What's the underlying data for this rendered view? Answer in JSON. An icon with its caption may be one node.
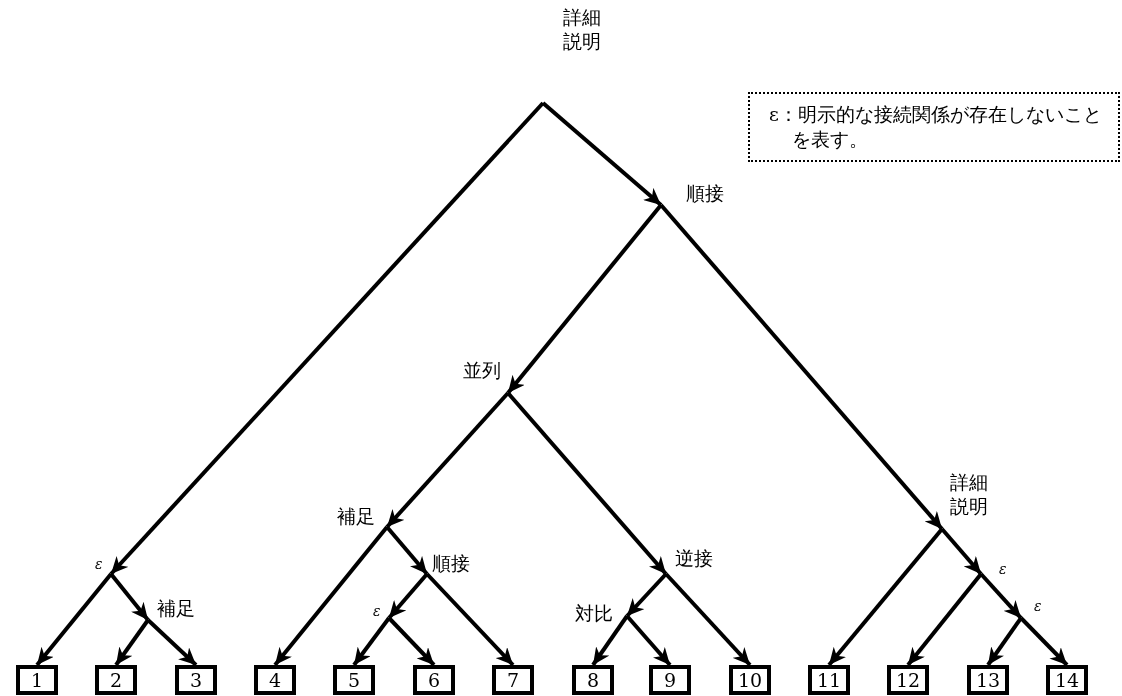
{
  "diagram": {
    "nodes": [
      {
        "text": [
          "詳細説明"
        ]
      },
      {
        "text": [
          "順接"
        ]
      },
      {
        "text": [
          "並列"
        ]
      },
      {
        "text": [
          "詳細説明"
        ]
      },
      {
        "text": [
          "補足"
        ]
      },
      {
        "text": [
          "ε"
        ]
      },
      {
        "text": [
          "順接"
        ]
      },
      {
        "text": [
          "逆接"
        ]
      },
      {
        "text": [
          "ε"
        ]
      },
      {
        "text": [
          "補足"
        ]
      },
      {
        "text": [
          "ε"
        ]
      },
      {
        "text": [
          "対比"
        ]
      },
      {
        "text": [
          "ε"
        ]
      },
      {
        "text": [
          "1"
        ]
      },
      {
        "text": [
          "2"
        ]
      },
      {
        "text": [
          "3"
        ]
      },
      {
        "text": [
          "4"
        ]
      },
      {
        "text": [
          "5"
        ]
      },
      {
        "text": [
          "6"
        ]
      },
      {
        "text": [
          "7"
        ]
      },
      {
        "text": [
          "8"
        ]
      },
      {
        "text": [
          "9"
        ]
      },
      {
        "text": [
          "10"
        ]
      },
      {
        "text": [
          "11"
        ]
      },
      {
        "text": [
          "12"
        ]
      },
      {
        "text": [
          "13"
        ]
      },
      {
        "text": [
          "14"
        ]
      },
      {
        "text": [
          "ε：明示的な接続関係が存在しないことを表す。"
        ]
      }
    ],
    "edges": [
      {
        "from": 0,
        "to": 5,
        "arrow": "to"
      },
      {
        "from": 0,
        "to": 1,
        "arrow": "to"
      },
      {
        "from": 1,
        "to": 2,
        "arrow": "to"
      },
      {
        "from": 1,
        "to": 3,
        "arrow": "to"
      },
      {
        "from": 2,
        "to": 4,
        "arrow": "to"
      },
      {
        "from": 2,
        "to": 7,
        "arrow": "to"
      },
      {
        "from": 5,
        "to": 13,
        "arrow": "to"
      },
      {
        "from": 5,
        "to": 9,
        "arrow": "to"
      },
      {
        "from": 9,
        "to": 14,
        "arrow": "to"
      },
      {
        "from": 9,
        "to": 15,
        "arrow": "to"
      },
      {
        "from": 4,
        "to": 16,
        "arrow": "to"
      },
      {
        "from": 4,
        "to": 6,
        "arrow": "to"
      },
      {
        "from": 6,
        "to": 10,
        "arrow": "to"
      },
      {
        "from": 6,
        "to": 19,
        "arrow": "to"
      },
      {
        "from": 10,
        "to": 17,
        "arrow": "to"
      },
      {
        "from": 10,
        "to": 18,
        "arrow": "to"
      },
      {
        "from": 7,
        "to": 11,
        "arrow": "to"
      },
      {
        "from": 7,
        "to": 22,
        "arrow": "to"
      },
      {
        "from": 11,
        "to": 20,
        "arrow": "to"
      },
      {
        "from": 11,
        "to": 21,
        "arrow": "to"
      },
      {
        "from": 3,
        "to": 23,
        "arrow": "to"
      },
      {
        "from": 3,
        "to": 8,
        "arrow": "to"
      },
      {
        "from": 8,
        "to": 24,
        "arrow": "to"
      },
      {
        "from": 8,
        "to": 12,
        "arrow": "to"
      },
      {
        "from": 12,
        "to": 25,
        "arrow": "to"
      },
      {
        "from": 12,
        "to": 26,
        "arrow": "to"
      }
    ]
  }
}
